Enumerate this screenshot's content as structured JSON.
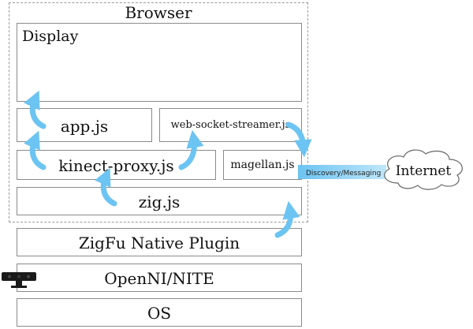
{
  "browser": {
    "title": "Browser"
  },
  "boxes": {
    "display": "Display",
    "app": "app.js",
    "wss": "web-socket-streamer.js",
    "kinect_proxy": "kinect-proxy.js",
    "magellan": "magellan.js",
    "zig": "zig.js",
    "native_plugin": "ZigFu Native Plugin",
    "openni": "OpenNI/NITE",
    "os": "OS"
  },
  "connector": {
    "label": "Discovery/Messaging"
  },
  "cloud": {
    "label": "Internet"
  },
  "colors": {
    "arrow": "#6cc4f2",
    "border": "#8a8a8a",
    "dash": "#9a9a9a"
  },
  "icons": {
    "sensor": "kinect-sensor-icon",
    "arrow": "curved-up-arrow-icon"
  }
}
